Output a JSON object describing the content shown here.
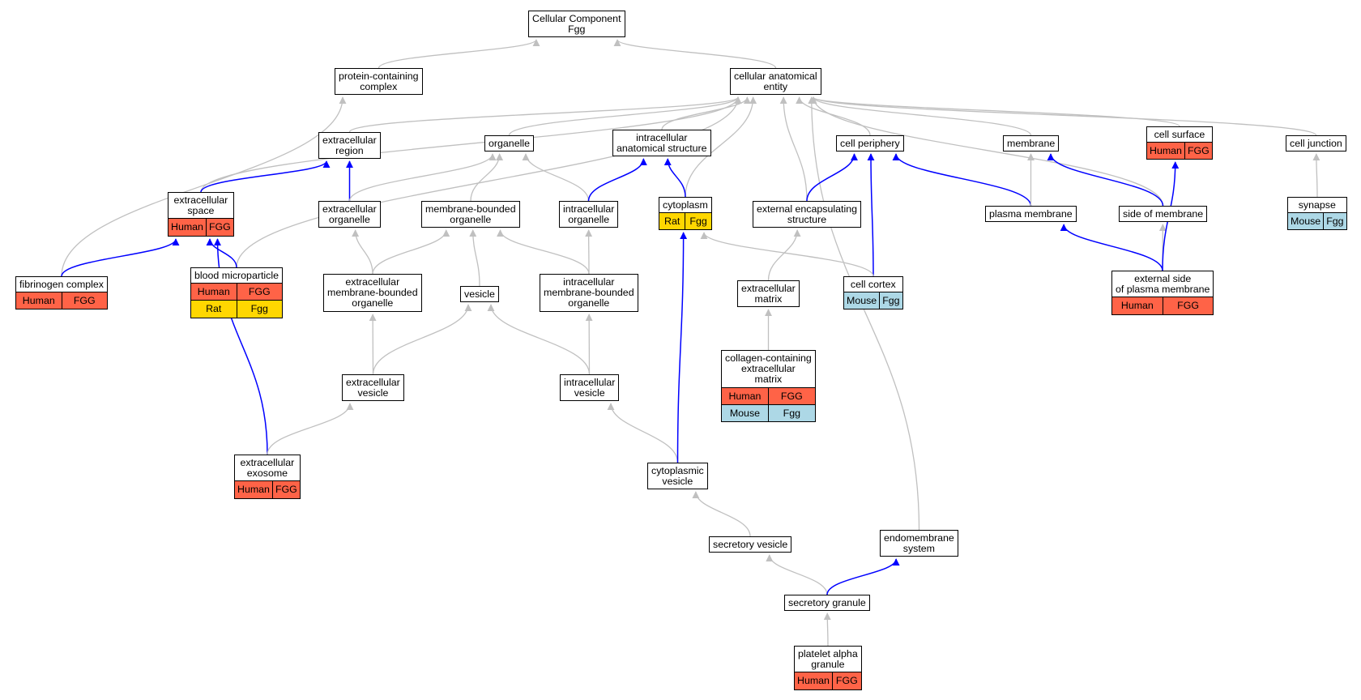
{
  "diagram": {
    "nodes": [
      {
        "id": "root",
        "label": "Cellular Component\nFgg",
        "annotations": []
      },
      {
        "id": "pcc",
        "label": "protein-containing\ncomplex",
        "annotations": []
      },
      {
        "id": "cae",
        "label": "cellular anatomical\nentity",
        "annotations": []
      },
      {
        "id": "er",
        "label": "extracellular\nregion",
        "annotations": []
      },
      {
        "id": "organelle",
        "label": "organelle",
        "annotations": []
      },
      {
        "id": "ias",
        "label": "intracellular\nanatomical structure",
        "annotations": []
      },
      {
        "id": "cp",
        "label": "cell periphery",
        "annotations": []
      },
      {
        "id": "membrane",
        "label": "membrane",
        "annotations": []
      },
      {
        "id": "cs",
        "label": "cell surface",
        "annotations": [
          [
            "Human",
            "FGG"
          ]
        ]
      },
      {
        "id": "cj",
        "label": "cell junction",
        "annotations": []
      },
      {
        "id": "es",
        "label": "extracellular\nspace",
        "annotations": [
          [
            "Human",
            "FGG"
          ]
        ]
      },
      {
        "id": "eo",
        "label": "extracellular\norganelle",
        "annotations": []
      },
      {
        "id": "mbo",
        "label": "membrane-bounded\norganelle",
        "annotations": []
      },
      {
        "id": "io",
        "label": "intracellular\norganelle",
        "annotations": []
      },
      {
        "id": "cyto",
        "label": "cytoplasm",
        "annotations": [
          [
            "Rat",
            "Fgg"
          ]
        ]
      },
      {
        "id": "ees",
        "label": "external encapsulating\nstructure",
        "annotations": []
      },
      {
        "id": "pm",
        "label": "plasma membrane",
        "annotations": []
      },
      {
        "id": "som",
        "label": "side of membrane",
        "annotations": []
      },
      {
        "id": "syn",
        "label": "synapse",
        "annotations": [
          [
            "Mouse",
            "Fgg"
          ]
        ]
      },
      {
        "id": "fc",
        "label": "fibrinogen complex",
        "annotations": [
          [
            "Human",
            "FGG"
          ]
        ]
      },
      {
        "id": "bm",
        "label": "blood microparticle",
        "annotations": [
          [
            "Human",
            "FGG"
          ],
          [
            "Rat",
            "Fgg"
          ]
        ]
      },
      {
        "id": "embo",
        "label": "extracellular\nmembrane-bounded\norganelle",
        "annotations": []
      },
      {
        "id": "vesicle",
        "label": "vesicle",
        "annotations": []
      },
      {
        "id": "imbo",
        "label": "intracellular\nmembrane-bounded\norganelle",
        "annotations": []
      },
      {
        "id": "em",
        "label": "extracellular\nmatrix",
        "annotations": []
      },
      {
        "id": "cc",
        "label": "cell cortex",
        "annotations": [
          [
            "Mouse",
            "Fgg"
          ]
        ]
      },
      {
        "id": "espm",
        "label": "external side\nof plasma membrane",
        "annotations": [
          [
            "Human",
            "FGG"
          ]
        ]
      },
      {
        "id": "ev",
        "label": "extracellular\nvesicle",
        "annotations": []
      },
      {
        "id": "iv",
        "label": "intracellular\nvesicle",
        "annotations": []
      },
      {
        "id": "ccem",
        "label": "collagen-containing\nextracellular\nmatrix",
        "annotations": [
          [
            "Human",
            "FGG"
          ],
          [
            "Mouse",
            "Fgg"
          ]
        ]
      },
      {
        "id": "exo",
        "label": "extracellular\nexosome",
        "annotations": [
          [
            "Human",
            "FGG"
          ]
        ]
      },
      {
        "id": "cv",
        "label": "cytoplasmic\nvesicle",
        "annotations": []
      },
      {
        "id": "sv",
        "label": "secretory vesicle",
        "annotations": []
      },
      {
        "id": "ems",
        "label": "endomembrane\nsystem",
        "annotations": []
      },
      {
        "id": "sg",
        "label": "secretory granule",
        "annotations": []
      },
      {
        "id": "pag",
        "label": "platelet alpha\ngranule",
        "annotations": [
          [
            "Human",
            "FGG"
          ]
        ]
      }
    ],
    "edges": [
      {
        "from": "pcc",
        "to": "root",
        "type": "is_a"
      },
      {
        "from": "cae",
        "to": "root",
        "type": "is_a"
      },
      {
        "from": "er",
        "to": "cae",
        "type": "is_a"
      },
      {
        "from": "organelle",
        "to": "cae",
        "type": "is_a"
      },
      {
        "from": "ias",
        "to": "cae",
        "type": "is_a"
      },
      {
        "from": "cp",
        "to": "cae",
        "type": "is_a"
      },
      {
        "from": "membrane",
        "to": "cae",
        "type": "is_a"
      },
      {
        "from": "cs",
        "to": "cae",
        "type": "is_a"
      },
      {
        "from": "cj",
        "to": "cae",
        "type": "is_a"
      },
      {
        "from": "es",
        "to": "cae",
        "type": "is_a"
      },
      {
        "from": "cyto",
        "to": "cae",
        "type": "is_a"
      },
      {
        "from": "ees",
        "to": "cae",
        "type": "is_a"
      },
      {
        "from": "som",
        "to": "cae",
        "type": "is_a"
      },
      {
        "from": "bm",
        "to": "cae",
        "type": "is_a"
      },
      {
        "from": "ems",
        "to": "cae",
        "type": "is_a"
      },
      {
        "from": "fc",
        "to": "pcc",
        "type": "is_a"
      },
      {
        "from": "es",
        "to": "er",
        "type": "part_of"
      },
      {
        "from": "eo",
        "to": "er",
        "type": "part_of"
      },
      {
        "from": "eo",
        "to": "organelle",
        "type": "is_a"
      },
      {
        "from": "mbo",
        "to": "organelle",
        "type": "is_a"
      },
      {
        "from": "io",
        "to": "organelle",
        "type": "is_a"
      },
      {
        "from": "io",
        "to": "ias",
        "type": "part_of"
      },
      {
        "from": "cyto",
        "to": "ias",
        "type": "part_of"
      },
      {
        "from": "ees",
        "to": "cp",
        "type": "part_of"
      },
      {
        "from": "cc",
        "to": "cp",
        "type": "part_of"
      },
      {
        "from": "pm",
        "to": "cp",
        "type": "part_of"
      },
      {
        "from": "pm",
        "to": "membrane",
        "type": "is_a"
      },
      {
        "from": "som",
        "to": "membrane",
        "type": "part_of"
      },
      {
        "from": "syn",
        "to": "cj",
        "type": "is_a"
      },
      {
        "from": "fc",
        "to": "es",
        "type": "part_of"
      },
      {
        "from": "bm",
        "to": "es",
        "type": "part_of"
      },
      {
        "from": "exo",
        "to": "es",
        "type": "part_of"
      },
      {
        "from": "embo",
        "to": "eo",
        "type": "is_a"
      },
      {
        "from": "embo",
        "to": "mbo",
        "type": "is_a"
      },
      {
        "from": "vesicle",
        "to": "mbo",
        "type": "is_a"
      },
      {
        "from": "imbo",
        "to": "mbo",
        "type": "is_a"
      },
      {
        "from": "imbo",
        "to": "io",
        "type": "is_a"
      },
      {
        "from": "em",
        "to": "ees",
        "type": "is_a"
      },
      {
        "from": "cc",
        "to": "cyto",
        "type": "is_a"
      },
      {
        "from": "espm",
        "to": "pm",
        "type": "part_of"
      },
      {
        "from": "espm",
        "to": "som",
        "type": "is_a"
      },
      {
        "from": "espm",
        "to": "cs",
        "type": "part_of"
      },
      {
        "from": "ev",
        "to": "embo",
        "type": "is_a"
      },
      {
        "from": "ev",
        "to": "vesicle",
        "type": "is_a"
      },
      {
        "from": "iv",
        "to": "vesicle",
        "type": "is_a"
      },
      {
        "from": "iv",
        "to": "imbo",
        "type": "is_a"
      },
      {
        "from": "ccem",
        "to": "em",
        "type": "is_a"
      },
      {
        "from": "exo",
        "to": "ev",
        "type": "is_a"
      },
      {
        "from": "cv",
        "to": "iv",
        "type": "is_a"
      },
      {
        "from": "cv",
        "to": "cyto",
        "type": "part_of"
      },
      {
        "from": "sv",
        "to": "cv",
        "type": "is_a"
      },
      {
        "from": "sg",
        "to": "sv",
        "type": "is_a"
      },
      {
        "from": "sg",
        "to": "ems",
        "type": "part_of"
      },
      {
        "from": "pag",
        "to": "sg",
        "type": "is_a"
      }
    ]
  },
  "colors": {
    "is_a_edge": "#c0c0c0",
    "part_of_edge": "#0000ff",
    "Human": "#ff6347",
    "Rat": "#ffd700",
    "Mouse": "#add8e6"
  }
}
